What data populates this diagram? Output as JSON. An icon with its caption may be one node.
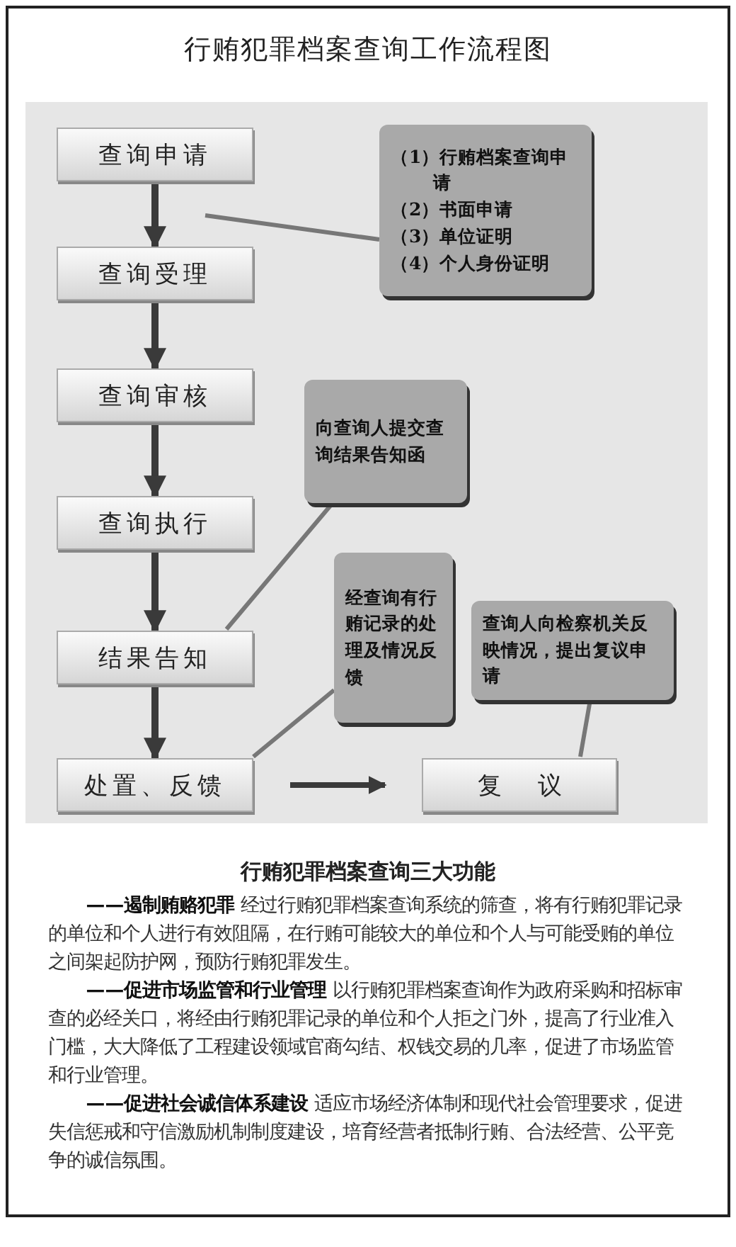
{
  "diagram": {
    "title": "行贿犯罪档案查询工作流程图",
    "nodes": [
      {
        "text": [
          "查询申请"
        ]
      },
      {
        "text": [
          "查询受理"
        ]
      },
      {
        "text": [
          "查询审核"
        ]
      },
      {
        "text": [
          "查询执行"
        ]
      },
      {
        "text": [
          "结果告知"
        ]
      },
      {
        "text": [
          "处置、反馈"
        ]
      },
      {
        "text": [
          "复议"
        ]
      },
      {
        "text": [
          "（1）行贿档案查询申请",
          "（2）书面申请",
          "（3）单位证明",
          "（4）个人身份证明"
        ]
      },
      {
        "text": [
          "向查询人提交查询结果告知函"
        ]
      },
      {
        "text": [
          "经查询有行贿记录的处理及情况反馈"
        ]
      },
      {
        "text": [
          "查询人向检察机关反映情况，提出复议申请"
        ]
      }
    ],
    "edges": [
      {
        "from": 0,
        "to": 1,
        "arrow": "to"
      },
      {
        "from": 1,
        "to": 2,
        "arrow": "to"
      },
      {
        "from": 2,
        "to": 3,
        "arrow": "to"
      },
      {
        "from": 3,
        "to": 4,
        "arrow": "to"
      },
      {
        "from": 4,
        "to": 5,
        "arrow": "to"
      },
      {
        "from": 5,
        "to": 6,
        "arrow": "to"
      },
      {
        "from": 7,
        "to": null,
        "arrow": "none"
      },
      {
        "from": 8,
        "to": 4,
        "arrow": "none"
      },
      {
        "from": 9,
        "to": 5,
        "arrow": "none"
      },
      {
        "from": 10,
        "to": 6,
        "arrow": "none"
      }
    ],
    "labels": [
      "行贿犯罪档案查询三大功能",
      "**——遏制贿赂犯罪** 经过行贿犯罪档案查询系统的筛查，将有行贿犯罪记录的单位和个人进行有效阻隔，在行贿可能较大的单位和个人与可能受贿的单位之间架起防护网，预防行贿犯罪发生。",
      "**——促进市场监管和行业管理** 以行贿犯罪档案查询作为政府采购和招标审查的必经关口，将经由行贿犯罪记录的单位和个人拒之门外，提高了行业准入门槛，大大降低了工程建设领域官商勾结、权钱交易的几率，促进了市场监管和行业管理。",
      "**——促进社会诚信体系建设** 适应市场经济体制和现代社会管理要求，促进失信惩戒和守信激励机制制度建设，培育经营者抵制行贿、合法经营、公平竞争的诚信氛围。"
    ]
  }
}
